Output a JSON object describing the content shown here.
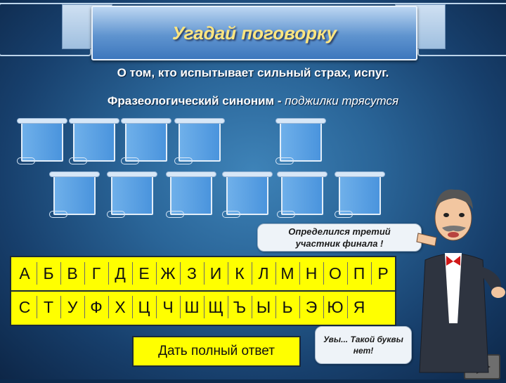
{
  "title": "Угадай поговорку",
  "description": "О том, кто испытывает сильный страх, испуг.",
  "synonym_prefix": "Фразеологический синоним -",
  "synonym_value": "поджилки трясутся",
  "letters_row1": [
    "А",
    "Б",
    "В",
    "Г",
    "Д",
    "Е",
    "Ж",
    "З",
    "И",
    "К",
    "Л",
    "М",
    "Н",
    "О",
    "П",
    "Р"
  ],
  "letters_row2": [
    "С",
    "Т",
    "У",
    "Ф",
    "Х",
    "Ц",
    "Ч",
    "Ш",
    "Щ",
    "Ъ",
    "Ы",
    "Ь",
    "Э",
    "Ю",
    "Я"
  ],
  "bubble_finalist": "Определился третий участник финала !",
  "bubble_no_letter": "Увы... Такой буквы нет!",
  "answer_button": "Дать полный ответ",
  "colors": {
    "keyboard": "#ffff00",
    "tile": "#4a94dd",
    "title_text": "#ffe680",
    "bg": "#2a6598"
  }
}
